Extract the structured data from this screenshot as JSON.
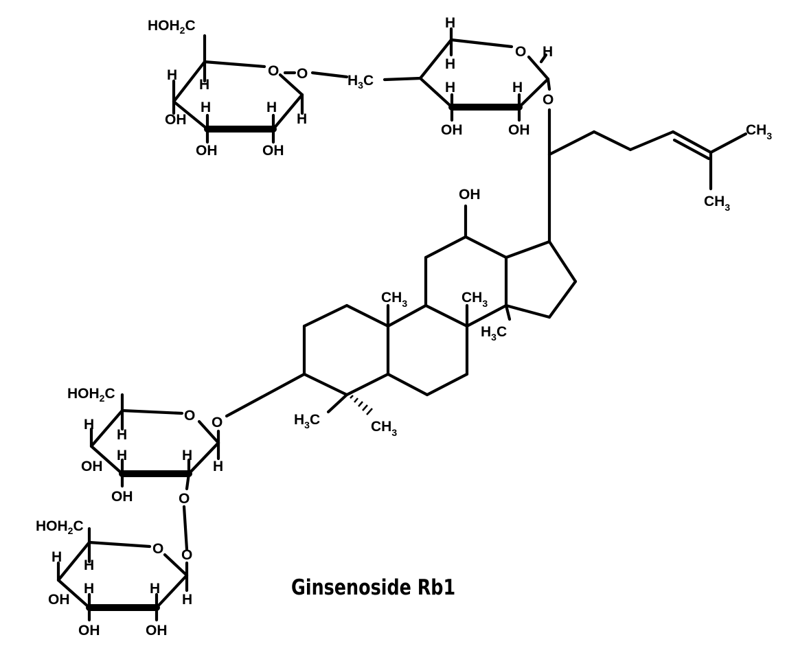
{
  "caption": "Ginsenoside Rb1",
  "labels": {
    "hoh2c_top": [
      "HOH",
      "2",
      "C"
    ],
    "h3c_top": [
      "H",
      "3",
      "C"
    ],
    "ch3_tail1": [
      "CH",
      "3"
    ],
    "ch3_tail2": [
      "CH",
      "3"
    ],
    "oh_c12": "OH",
    "ch3_c10": [
      "CH",
      "3"
    ],
    "ch3_c13": [
      "CH",
      "3"
    ],
    "h3c_c14": [
      "H",
      "3",
      "C"
    ],
    "h3c_c4a": [
      "H",
      "3",
      "C"
    ],
    "ch3_c4b": [
      "CH",
      "3"
    ],
    "hoh2c_mid": [
      "HOH",
      "2",
      "C"
    ],
    "hoh2c_bot": [
      "HOH",
      "2",
      "C"
    ],
    "O": "O",
    "H": "H",
    "OH": "OH"
  }
}
